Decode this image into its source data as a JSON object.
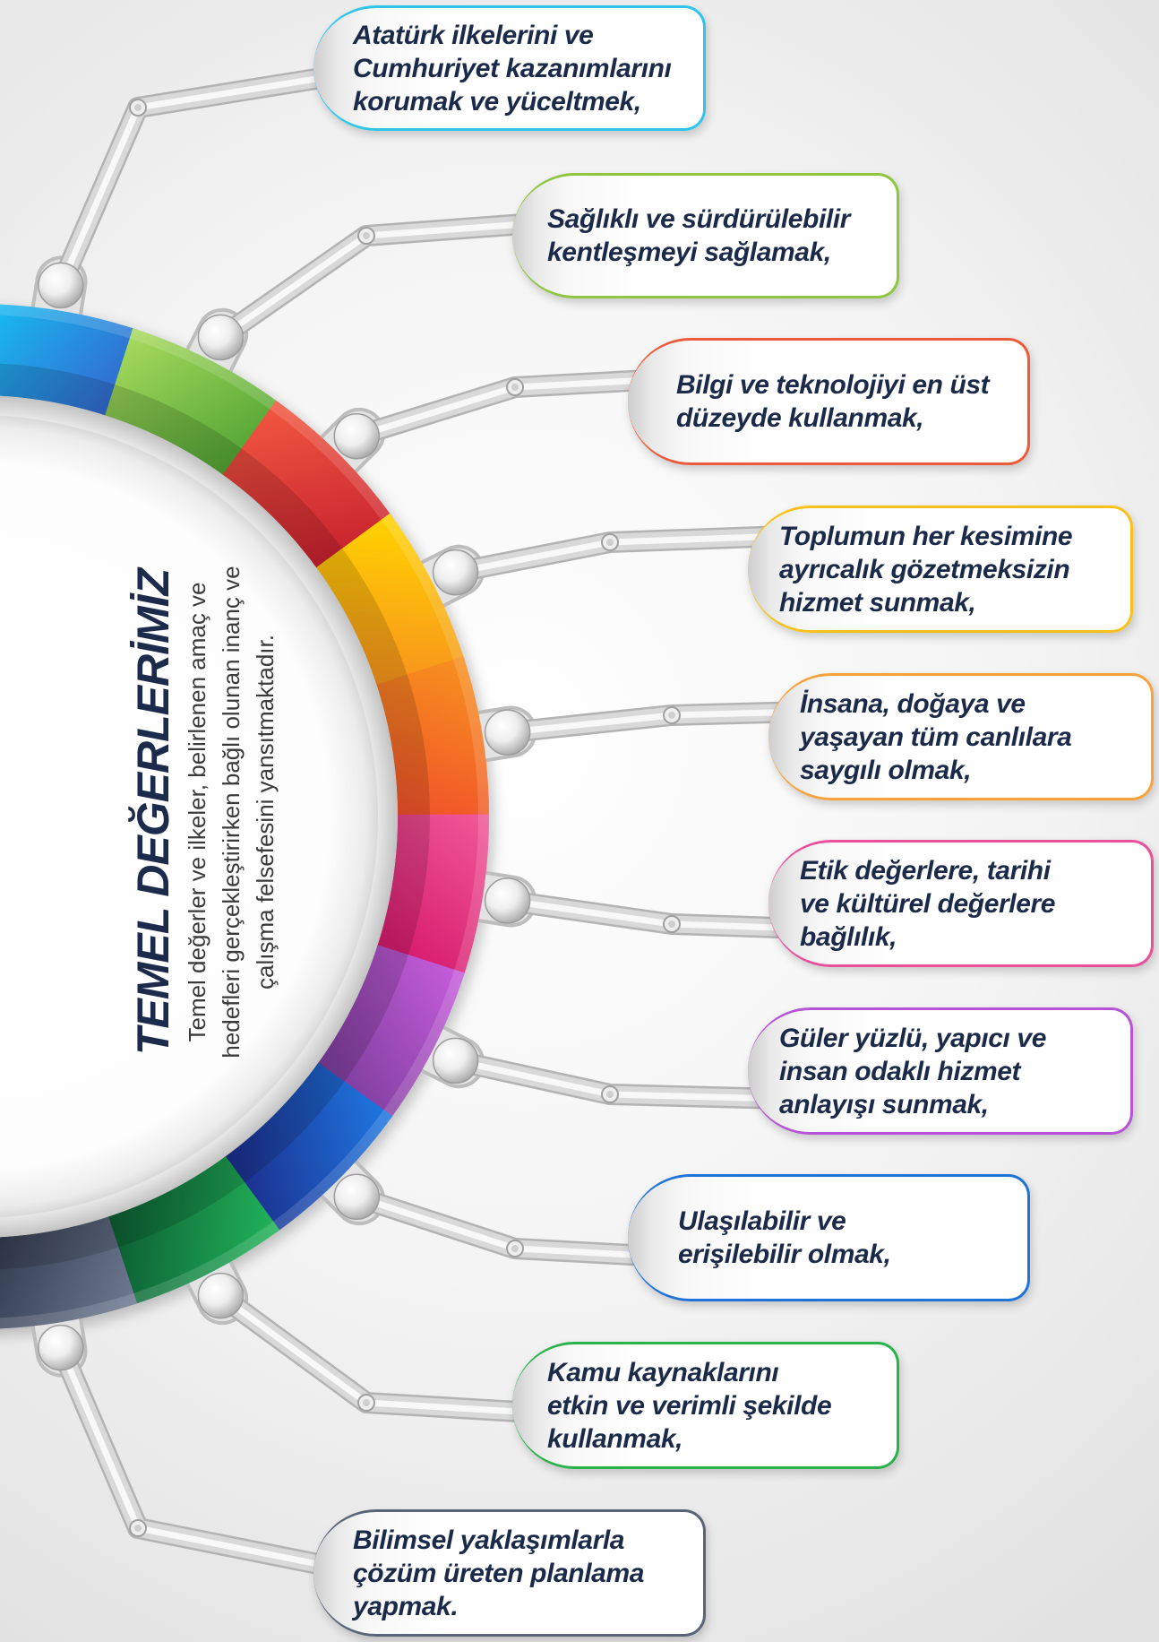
{
  "diagram": {
    "title": "TEMEL DEĞERLERİMİZ",
    "description": [
      "Temel değerler ve ilkeler, belirlenen amaç ve",
      "hedefleri gerçekleştirirken bağlı olunan inanç ve",
      "çalışma felsefesini yansıtmaktadır."
    ],
    "values": [
      {
        "lines": [
          "Atatürk ilkelerini ve",
          "Cumhuriyet kazanımlarını",
          "korumak ve yüceltmek,"
        ],
        "color": "#2ec5ea",
        "ring": [
          "#14c4f3",
          "#3567cf"
        ]
      },
      {
        "lines": [
          "Sağlıklı ve sürdürülebilir",
          "kentleşmeyi sağlamak,"
        ],
        "color": "#8dc63f",
        "ring": [
          "#a9db5e",
          "#4fa333"
        ]
      },
      {
        "lines": [
          "Bilgi ve teknolojiyi en üst",
          "düzeyde kullanmak,"
        ],
        "color": "#ec5a3c",
        "ring": [
          "#f2583f",
          "#c6202f"
        ]
      },
      {
        "lines": [
          "Toplumun her kesimine",
          "ayrıcalık gözetmeksizin",
          "hizmet sunmak,"
        ],
        "color": "#f9c21a",
        "ring": [
          "#ffd400",
          "#f7921e"
        ]
      },
      {
        "lines": [
          "İnsana, doğaya ve",
          "yaşayan tüm canlılara",
          "saygılı olmak,"
        ],
        "color": "#f7a23b",
        "ring": [
          "#f7921e",
          "#f0502a"
        ]
      },
      {
        "lines": [
          "Etik değerlere, tarihi",
          "ve kültürel değerlere",
          "bağlılık,"
        ],
        "color": "#ea4f9c",
        "ring": [
          "#f05a98",
          "#d6186c"
        ]
      },
      {
        "lines": [
          "Güler yüzlü, yapıcı ve",
          "insan odaklı hizmet",
          "anlayışı sunmak,"
        ],
        "color": "#b555d6",
        "ring": [
          "#c75ddc",
          "#7a3d9a"
        ]
      },
      {
        "lines": [
          "Ulaşılabilir ve",
          "erişilebilir olmak,"
        ],
        "color": "#1e72d8",
        "ring": [
          "#1f78e2",
          "#1b2b88"
        ]
      },
      {
        "lines": [
          "Kamu kaynaklarını",
          "etkin ve verimli şekilde",
          "kullanmak,"
        ],
        "color": "#2bb24c",
        "ring": [
          "#22b45a",
          "#0b5a31"
        ]
      },
      {
        "lines": [
          "Bilimsel yaklaşımlarla",
          "çözüm üreten planlama",
          "yapmak."
        ],
        "color": "#5a6478",
        "ring": [
          "#6e7a92",
          "#2b3446"
        ]
      }
    ]
  },
  "colors": {
    "title": "#1c2b4b",
    "card_text": "#1b2a48",
    "connector": "#d9d9d9"
  }
}
